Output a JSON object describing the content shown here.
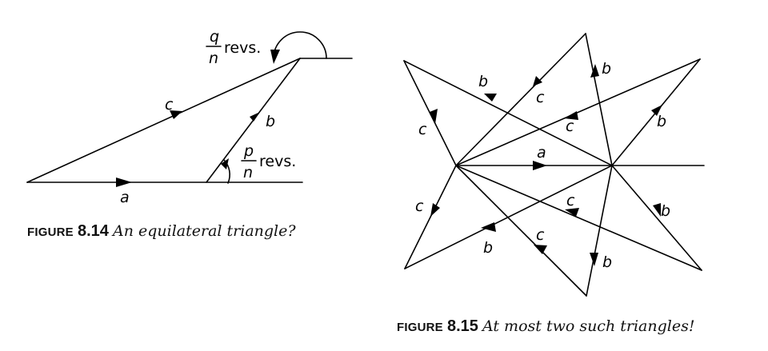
{
  "figure_8_14": {
    "caption_label": "FIGURE",
    "caption_number": "8.14",
    "caption_text": "An equilateral triangle?",
    "side_labels": {
      "a": "a",
      "b": "b",
      "c": "c"
    },
    "angle_q": {
      "numerator": "q",
      "denominator": "n",
      "unit": "revs."
    },
    "angle_p": {
      "numerator": "p",
      "denominator": "n",
      "unit": "revs."
    }
  },
  "figure_8_15": {
    "caption_label": "FIGURE",
    "caption_number": "8.15",
    "caption_text": "At most two such triangles!",
    "labels": [
      "b",
      "c",
      "b",
      "c",
      "c",
      "b",
      "a",
      "c",
      "c",
      "b",
      "b",
      "c",
      "b"
    ]
  }
}
